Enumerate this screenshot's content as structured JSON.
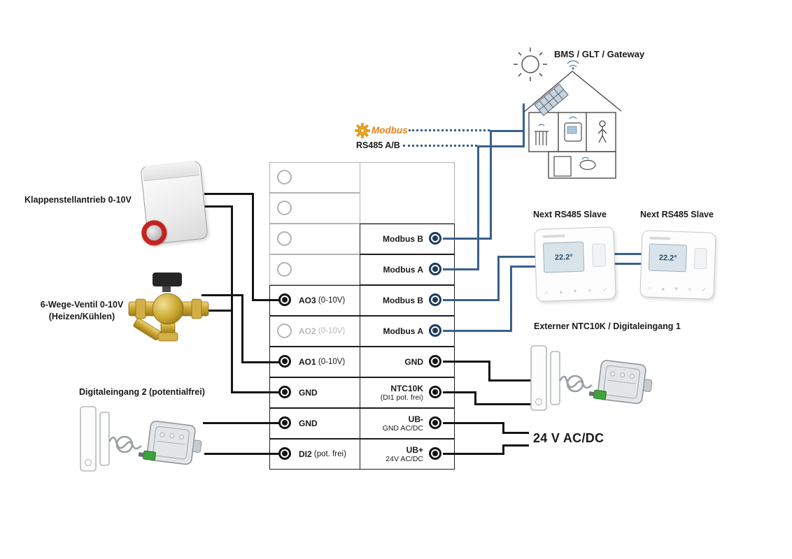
{
  "left_devices": {
    "damper_label": "Klappenstellantrieb 0-10V",
    "valve_label_1": "6-Wege-Ventil 0-10V",
    "valve_label_2": "(Heizen/Kühlen)",
    "di2_label": "Digitaleingang 2 (potentialfrei)"
  },
  "terminal_block": {
    "left_rows": [
      {
        "code": "",
        "suffix": "",
        "state": "empty"
      },
      {
        "code": "",
        "suffix": "",
        "state": "empty"
      },
      {
        "code": "",
        "suffix": "",
        "state": "empty"
      },
      {
        "code": "",
        "suffix": "",
        "state": "empty"
      },
      {
        "code": "AO3",
        "suffix": " (0-10V)",
        "state": "active"
      },
      {
        "code": "AO2",
        "suffix": " (0-10V)",
        "state": "disabled"
      },
      {
        "code": "AO1",
        "suffix": " (0-10V)",
        "state": "active"
      },
      {
        "code": "GND",
        "suffix": "",
        "state": "active"
      },
      {
        "code": "GND",
        "suffix": "",
        "state": "active"
      },
      {
        "code": "DI2",
        "suffix": " (pot. frei)",
        "state": "active"
      }
    ],
    "right_rows": [
      {
        "line1": "Modbus B",
        "line2": "",
        "color": "navy"
      },
      {
        "line1": "Modbus A",
        "line2": "",
        "color": "navy"
      },
      {
        "line1": "Modbus B",
        "line2": "",
        "color": "navy"
      },
      {
        "line1": "Modbus A",
        "line2": "",
        "color": "navy"
      },
      {
        "line1": "GND",
        "line2": "",
        "color": "black"
      },
      {
        "line1": "NTC10K",
        "line2": "(DI1 pot. frei)",
        "color": "black"
      },
      {
        "line1": "UB-",
        "line2": "GND AC/DC",
        "color": "black"
      },
      {
        "line1": "UB+",
        "line2": "24V AC/DC",
        "color": "black"
      }
    ]
  },
  "right_side": {
    "bms_label": "BMS / GLT / Gateway",
    "modbus_logo_text": "Modbus",
    "rs485_label": "RS485 A/B",
    "slave1_label": "Next RS485 Slave",
    "slave2_label": "Next RS485 Slave",
    "ntc_label": "Externer NTC10K / Digitaleingang 1",
    "power_label": "24 V AC/DC",
    "slave_screen_temp": "22.2°"
  },
  "colors": {
    "wire_black": "#141414",
    "wire_blue": "#38618c",
    "terminal_navy": "#1d3b5e",
    "modbus_orange": "#e8821e",
    "gear_yellow": "#f2a71b",
    "brass": "#c9a52f",
    "accent_red": "#c4231f"
  }
}
